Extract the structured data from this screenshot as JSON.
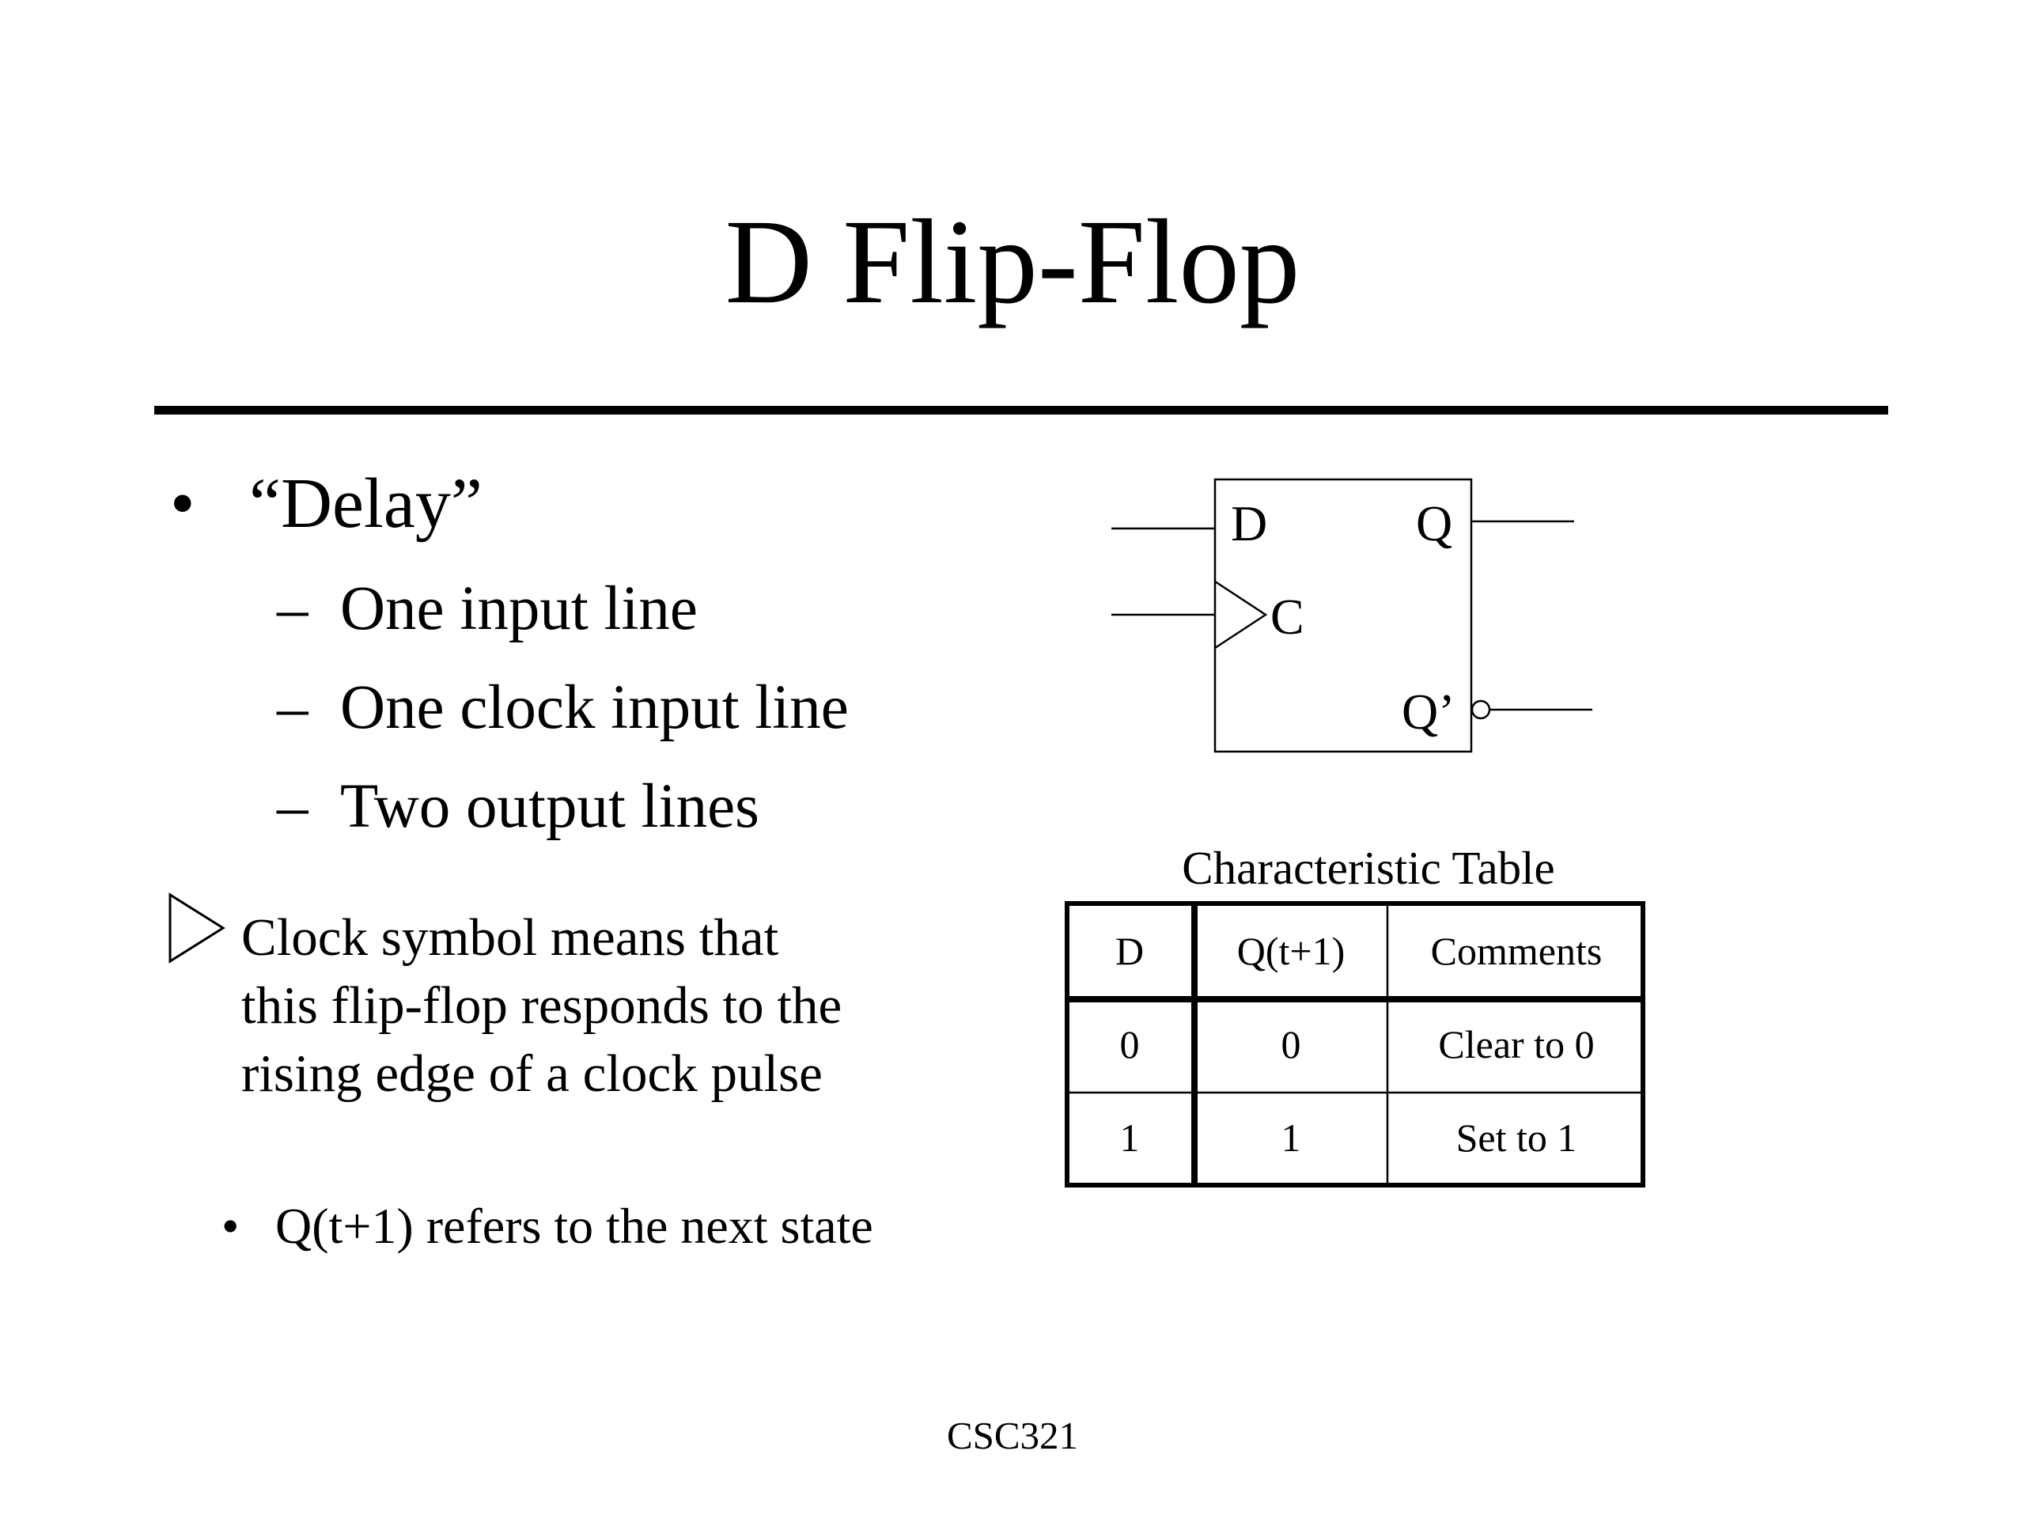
{
  "title": "D Flip-Flop",
  "bullets": {
    "main": {
      "marker": "•",
      "text": "“Delay”"
    },
    "sub": [
      {
        "marker": "–",
        "text": "One input line"
      },
      {
        "marker": "–",
        "text": "One clock input line"
      },
      {
        "marker": "–",
        "text": "Two output lines"
      }
    ]
  },
  "clock_note": {
    "icon": "clock-triangle-icon",
    "lines": [
      "Clock symbol means that",
      "this flip-flop responds to the",
      "rising edge of a clock pulse"
    ]
  },
  "next_state_note": {
    "marker": "•",
    "text": "Q(t+1) refers to the next state"
  },
  "diagram": {
    "pins": {
      "d": "D",
      "c": "C",
      "q": "Q",
      "q_prime": "Q’"
    }
  },
  "table": {
    "caption": "Characteristic Table",
    "headers": [
      "D",
      "Q(t+1)",
      "Comments"
    ],
    "rows": [
      [
        "0",
        "0",
        "Clear to 0"
      ],
      [
        "1",
        "1",
        "Set to 1"
      ]
    ]
  },
  "footer": "CSC321"
}
